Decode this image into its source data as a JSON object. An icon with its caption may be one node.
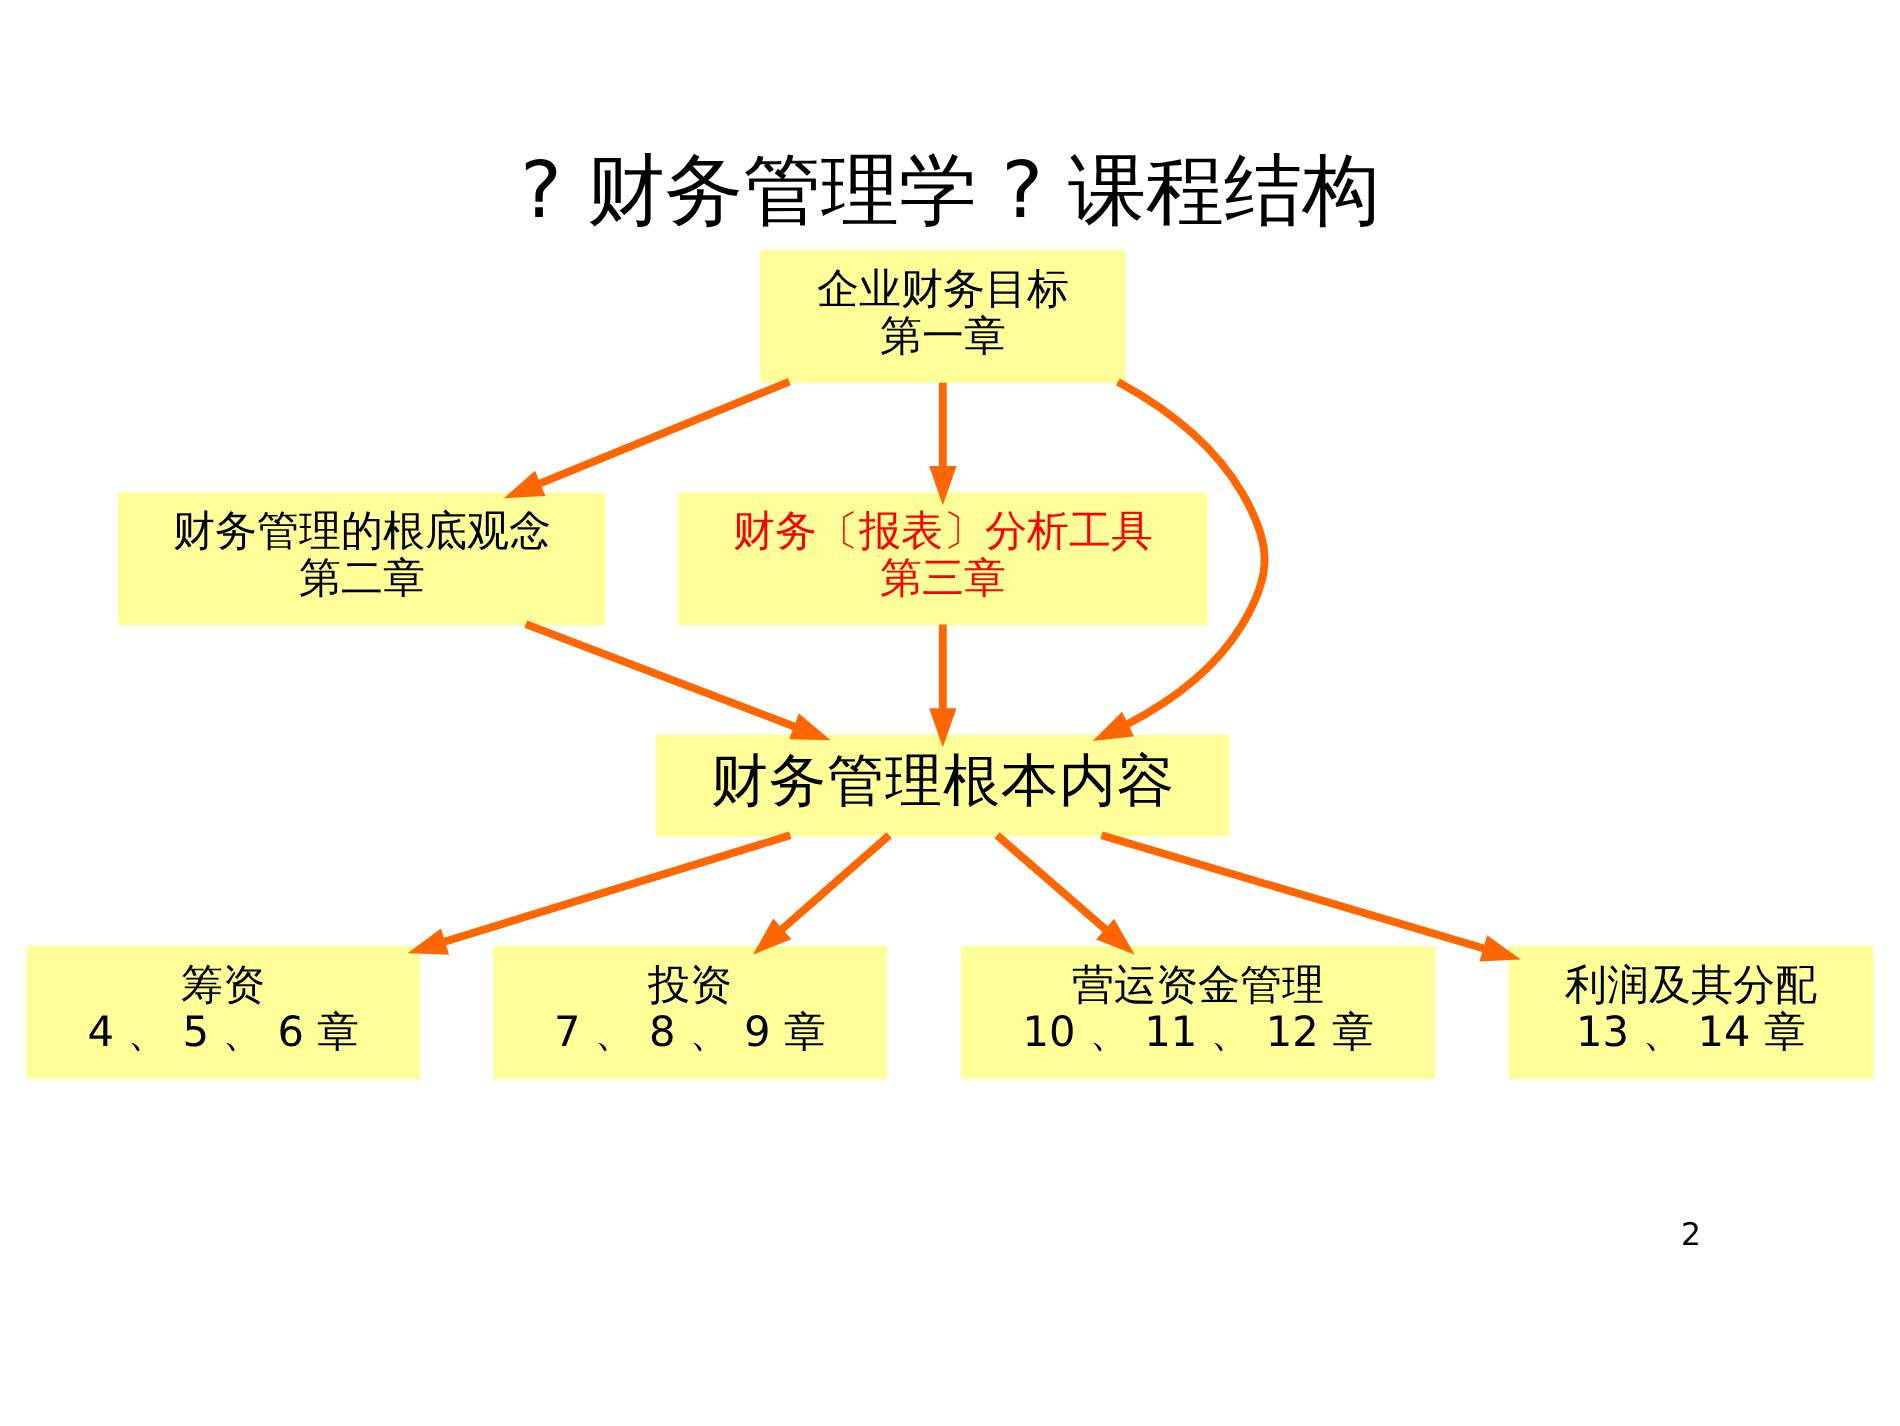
{
  "diagram": {
    "title": "? 财务管理学 ? 课程结构",
    "nodes": [
      {
        "text": [
          "企业财务目标",
          "第一章"
        ]
      },
      {
        "text": [
          "财务管理的根底观念",
          "第二章"
        ]
      },
      {
        "text": [
          "财务〔报表〕分析工具",
          "第三章"
        ]
      },
      {
        "text": [
          "财务管理根本内容"
        ]
      },
      {
        "text": [
          "筹资",
          "4 、 5 、 6 章"
        ]
      },
      {
        "text": [
          "投资",
          "7 、 8 、 9 章"
        ]
      },
      {
        "text": [
          "营运资金管理",
          "10 、 11 、 12 章"
        ]
      },
      {
        "text": [
          "利润及其分配",
          "13 、 14 章"
        ]
      }
    ],
    "edges": [
      {
        "from": 0,
        "to": 1,
        "arrow": "to"
      },
      {
        "from": 0,
        "to": 3,
        "arrow": "to"
      },
      {
        "from": 0,
        "to": 2,
        "arrow": "to"
      },
      {
        "from": 1,
        "to": 3,
        "arrow": "to"
      },
      {
        "from": 2,
        "to": 3,
        "arrow": "to"
      },
      {
        "from": 3,
        "to": 4,
        "arrow": "to"
      },
      {
        "from": 3,
        "to": 5,
        "arrow": "to"
      },
      {
        "from": 3,
        "to": 6,
        "arrow": "to"
      },
      {
        "from": 3,
        "to": 7,
        "arrow": "to"
      }
    ],
    "labels": [
      "2"
    ]
  }
}
